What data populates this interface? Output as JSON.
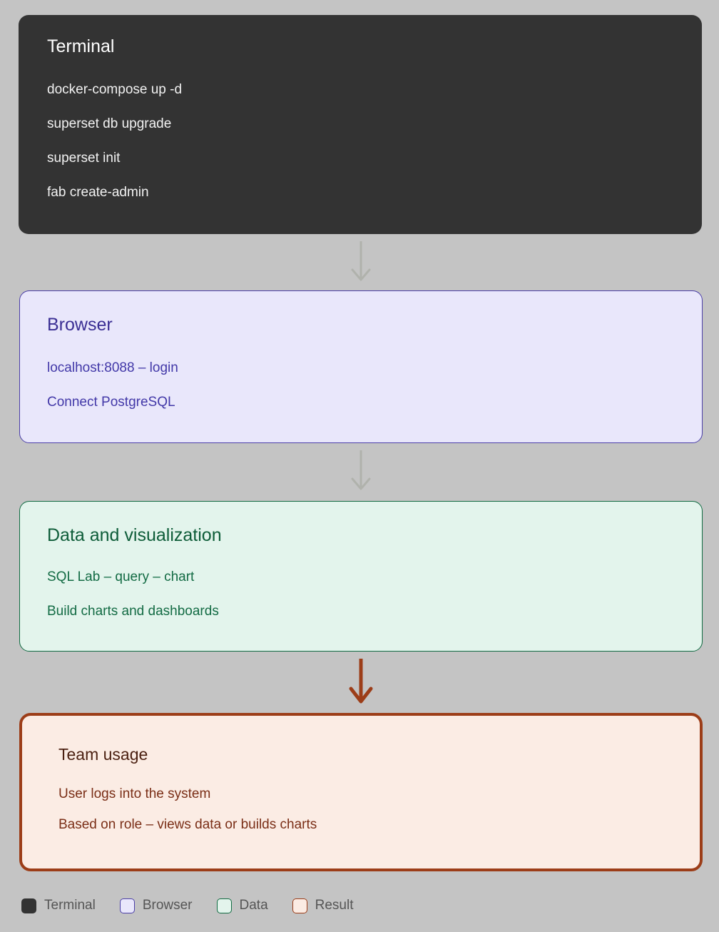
{
  "background_color": "#c4c4c4",
  "nodes": [
    {
      "key": "terminal",
      "title": "Terminal",
      "lines": [
        "docker-compose up -d",
        "superset db upgrade",
        "superset init",
        "fab create-admin"
      ],
      "fill": "#333333",
      "border": "#333333",
      "text_color": "#f2f2f2"
    },
    {
      "key": "browser",
      "title": "Browser",
      "lines": [
        "localhost:8088 – login",
        "Connect PostgreSQL"
      ],
      "fill": "#e9e7fb",
      "border": "#4b3fa8",
      "text_color": "#4238a8"
    },
    {
      "key": "data",
      "title": "Data and visualization",
      "lines": [
        "SQL Lab – query – chart",
        "Build charts and dashboards"
      ],
      "fill": "#e3f4ec",
      "border": "#116b42",
      "text_color": "#136b44"
    },
    {
      "key": "result",
      "title": "Team usage",
      "lines": [
        "User logs into the system",
        "Based on role – views data or builds charts"
      ],
      "fill": "#fbece4",
      "border": "#9c3d18",
      "text_color": "#7a2e16"
    }
  ],
  "arrows": [
    {
      "key": "terminal-to-browser",
      "color": "#b0b2ac",
      "emphasis": "normal"
    },
    {
      "key": "browser-to-data",
      "color": "#b0b2ac",
      "emphasis": "normal"
    },
    {
      "key": "data-to-result",
      "color": "#9c3d18",
      "emphasis": "bold"
    }
  ],
  "legend": {
    "items": [
      {
        "label": "Terminal",
        "swatch": "terminal"
      },
      {
        "label": "Browser",
        "swatch": "browser"
      },
      {
        "label": "Data",
        "swatch": "data"
      },
      {
        "label": "Result",
        "swatch": "result"
      }
    ]
  }
}
